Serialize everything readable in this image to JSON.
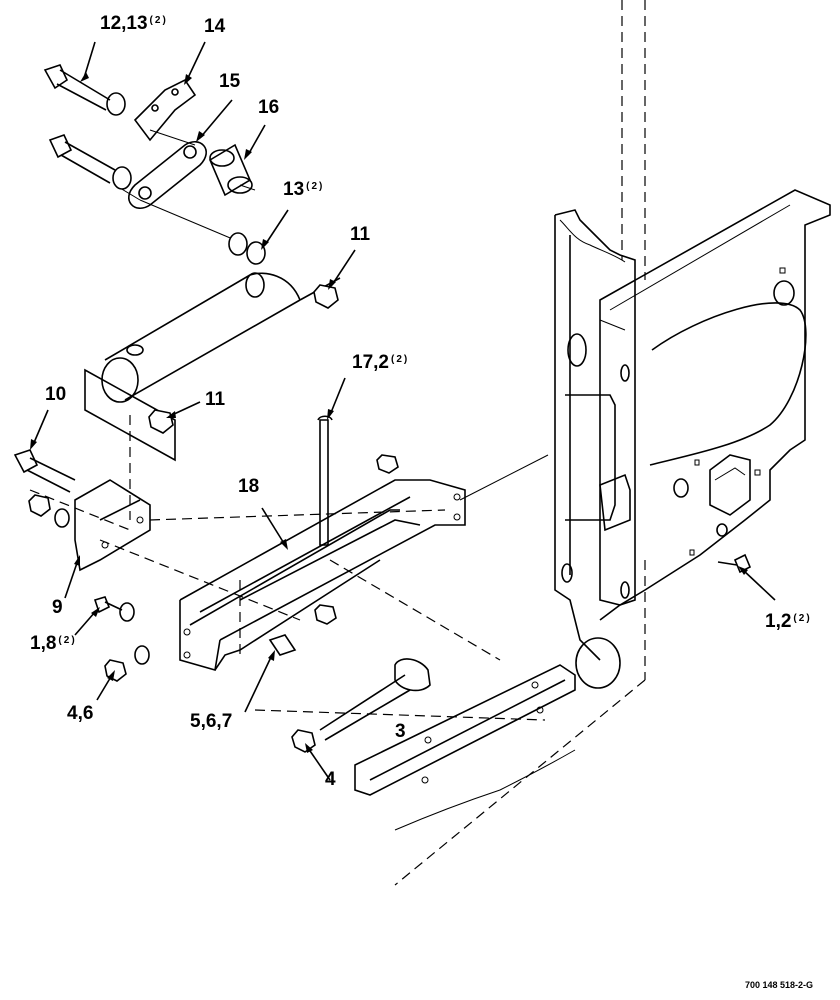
{
  "labels": {
    "l_12_13": {
      "text": "12,13",
      "qty": "(2)"
    },
    "l_14": {
      "text": "14",
      "qty": ""
    },
    "l_15": {
      "text": "15",
      "qty": ""
    },
    "l_16": {
      "text": "16",
      "qty": ""
    },
    "l_13": {
      "text": "13",
      "qty": "(2)"
    },
    "l_11a": {
      "text": "11",
      "qty": ""
    },
    "l_11b": {
      "text": "11",
      "qty": ""
    },
    "l_10": {
      "text": "10",
      "qty": ""
    },
    "l_17_2": {
      "text": "17,2",
      "qty": "(2)"
    },
    "l_18": {
      "text": "18",
      "qty": ""
    },
    "l_9": {
      "text": "9",
      "qty": ""
    },
    "l_1_8": {
      "text": "1,8",
      "qty": "(2)"
    },
    "l_4_6": {
      "text": "4,6",
      "qty": ""
    },
    "l_5_6_7": {
      "text": "5,6,7",
      "qty": ""
    },
    "l_3": {
      "text": "3",
      "qty": ""
    },
    "l_4": {
      "text": "4",
      "qty": ""
    },
    "l_1_2": {
      "text": "1,2",
      "qty": "(2)"
    }
  },
  "figure_code": "700 148 518-2-G"
}
